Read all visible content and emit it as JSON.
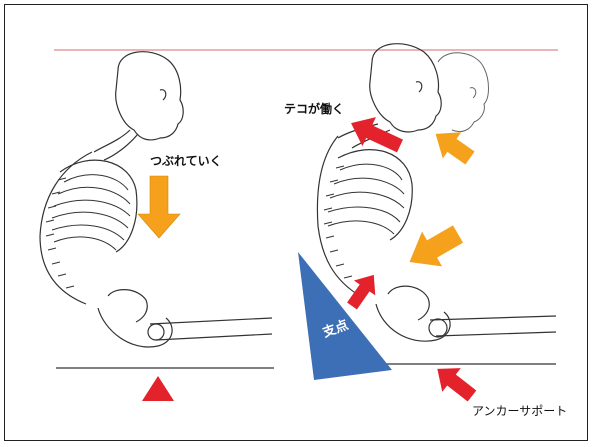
{
  "labels": {
    "crush": "つぶれていく",
    "lever": "テコが働く",
    "fulcrum": "支点",
    "anchor": "アンカーサポート"
  },
  "colors": {
    "arrow_orange": "#f5a11c",
    "arrow_red": "#e3222b",
    "wedge_blue": "#3d6fb6",
    "triangle_red": "#e3222b",
    "reference_line": "#d98a8a",
    "bone_outline": "#333333"
  },
  "icons": {
    "orange_arrow": "arrow-down-icon",
    "red_arrow": "arrow-icon",
    "support_marker": "triangle-up-icon"
  }
}
